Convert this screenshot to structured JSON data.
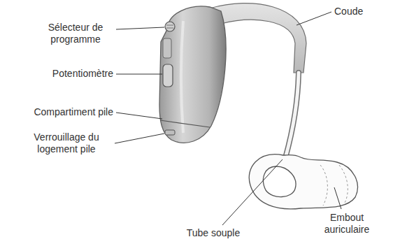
{
  "diagram": {
    "labels": [
      "Coude",
      "Sélecteur de programme",
      "Potentiomètre",
      "Compartiment pile",
      "Verrouillage du logement pile",
      "Tube souple",
      "Embout auriculaire"
    ]
  }
}
